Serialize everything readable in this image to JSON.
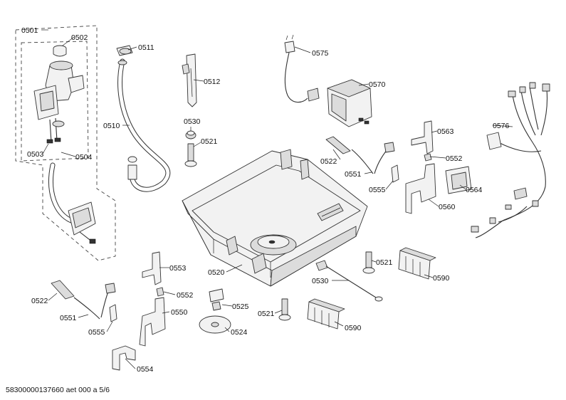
{
  "labels": {
    "l0501": "0501",
    "l0502": "0502",
    "l0503": "0503",
    "l0504": "0504",
    "l0510": "0510",
    "l0511": "0511",
    "l0512": "0512",
    "l0520": "0520",
    "l0521a": "0521",
    "l0521b": "0521",
    "l0521c": "0521",
    "l0522a": "0522",
    "l0522b": "0522",
    "l0524": "0524",
    "l0525": "0525",
    "l0530a": "0530",
    "l0530b": "0530",
    "l0550": "0550",
    "l0551a": "0551",
    "l0551b": "0551",
    "l0552a": "0552",
    "l0552b": "0552",
    "l0553": "0553",
    "l0554": "0554",
    "l0555a": "0555",
    "l0555b": "0555",
    "l0560": "0560",
    "l0563": "0563",
    "l0564": "0564",
    "l0570": "0570",
    "l0575": "0575",
    "l0576": "0576",
    "l0590a": "0590",
    "l0590b": "0590"
  },
  "footer": "58300000137660 aet 000 a 5/6"
}
